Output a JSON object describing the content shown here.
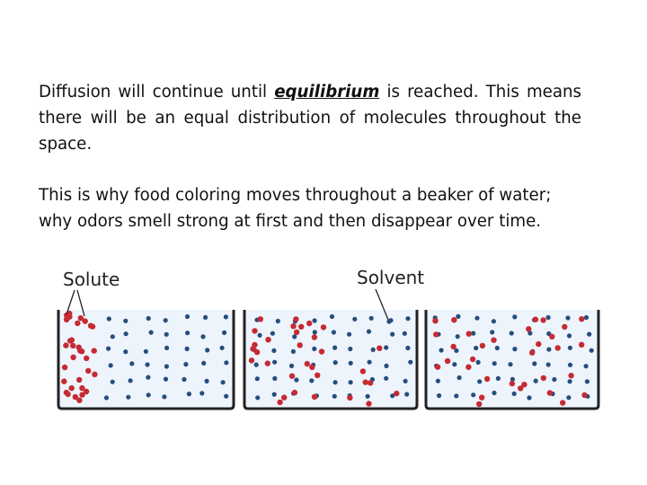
{
  "paragraph1": {
    "before": "Diffusion will continue until ",
    "term": "equilibrium",
    "after": " is reached. This means there will be an equal distribution of molecules throughout the space."
  },
  "paragraph2": "This is why food coloring moves throughout a beaker of water; why odors smell strong at first and then disappear over time.",
  "figure": {
    "solute_label": "Solute",
    "solvent_label": "Solvent",
    "colors": {
      "solute": "#c62a33",
      "solvent": "#244e7c",
      "water": "#eef4fb",
      "beaker": "#222222"
    }
  }
}
